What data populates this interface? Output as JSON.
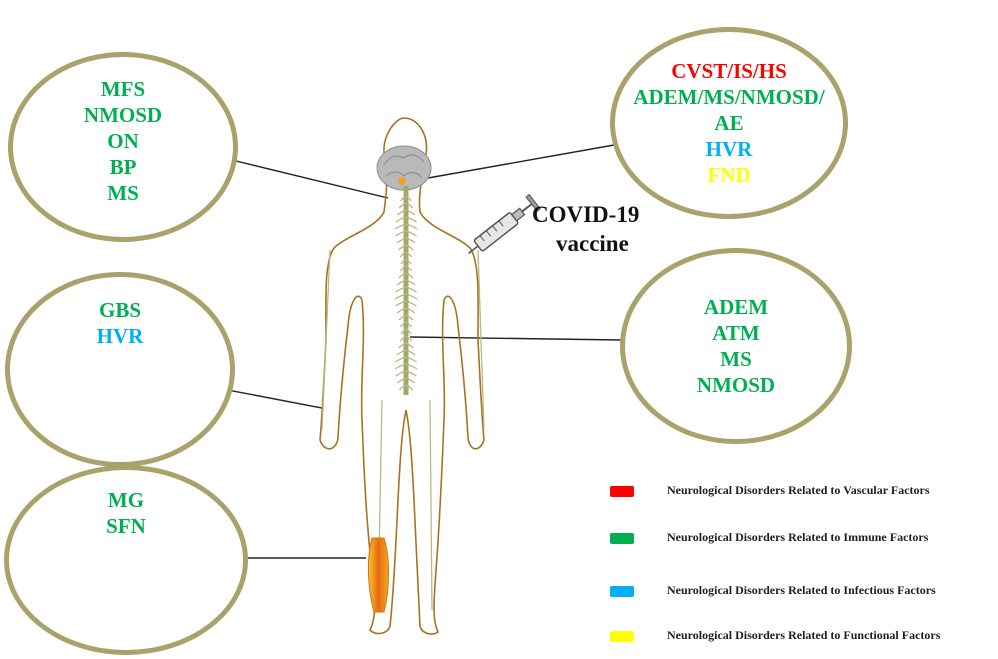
{
  "colors": {
    "vascular": "#ff0000",
    "immune": "#00b050",
    "infectious": "#00b0f0",
    "functional": "#ffff00",
    "circle_border": "#a9a26a",
    "body_outline": "#a8731f",
    "nerves": "#b6b985"
  },
  "vaccine": {
    "line1": "COVID-19",
    "line2": "vaccine",
    "icon": "syringe-icon"
  },
  "circles": {
    "top_left": {
      "items": [
        {
          "text": "MFS",
          "type": "immune"
        },
        {
          "text": "NMOSD",
          "type": "immune"
        },
        {
          "text": "ON",
          "type": "immune"
        },
        {
          "text": "BP",
          "type": "immune"
        },
        {
          "text": "MS",
          "type": "immune"
        }
      ]
    },
    "middle_left": {
      "items": [
        {
          "text": "GBS",
          "type": "immune"
        },
        {
          "text": "HVR",
          "type": "infectious"
        }
      ]
    },
    "bottom_left": {
      "items": [
        {
          "text": "MG",
          "type": "immune"
        },
        {
          "text": "SFN",
          "type": "immune"
        }
      ]
    },
    "top_right": {
      "items": [
        {
          "text": "CVST/IS/HS",
          "type": "vascular"
        },
        {
          "text": "ADEM/MS/NMOSD/",
          "type": "immune"
        },
        {
          "text": "AE",
          "type": "immune"
        },
        {
          "text": "HVR",
          "type": "infectious"
        },
        {
          "text": "FND",
          "type": "functional"
        }
      ]
    },
    "middle_right": {
      "items": [
        {
          "text": "ADEM",
          "type": "immune"
        },
        {
          "text": "ATM",
          "type": "immune"
        },
        {
          "text": "MS",
          "type": "immune"
        },
        {
          "text": "NMOSD",
          "type": "immune"
        }
      ]
    }
  },
  "legend": [
    {
      "type": "vascular",
      "label": "Neurological Disorders Related to Vascular Factors"
    },
    {
      "type": "immune",
      "label": "Neurological Disorders Related to Immune Factors"
    },
    {
      "type": "infectious",
      "label": "Neurological Disorders Related to Infectious Factors"
    },
    {
      "type": "functional",
      "label": "Neurological Disorders Related to Functional Factors"
    }
  ]
}
